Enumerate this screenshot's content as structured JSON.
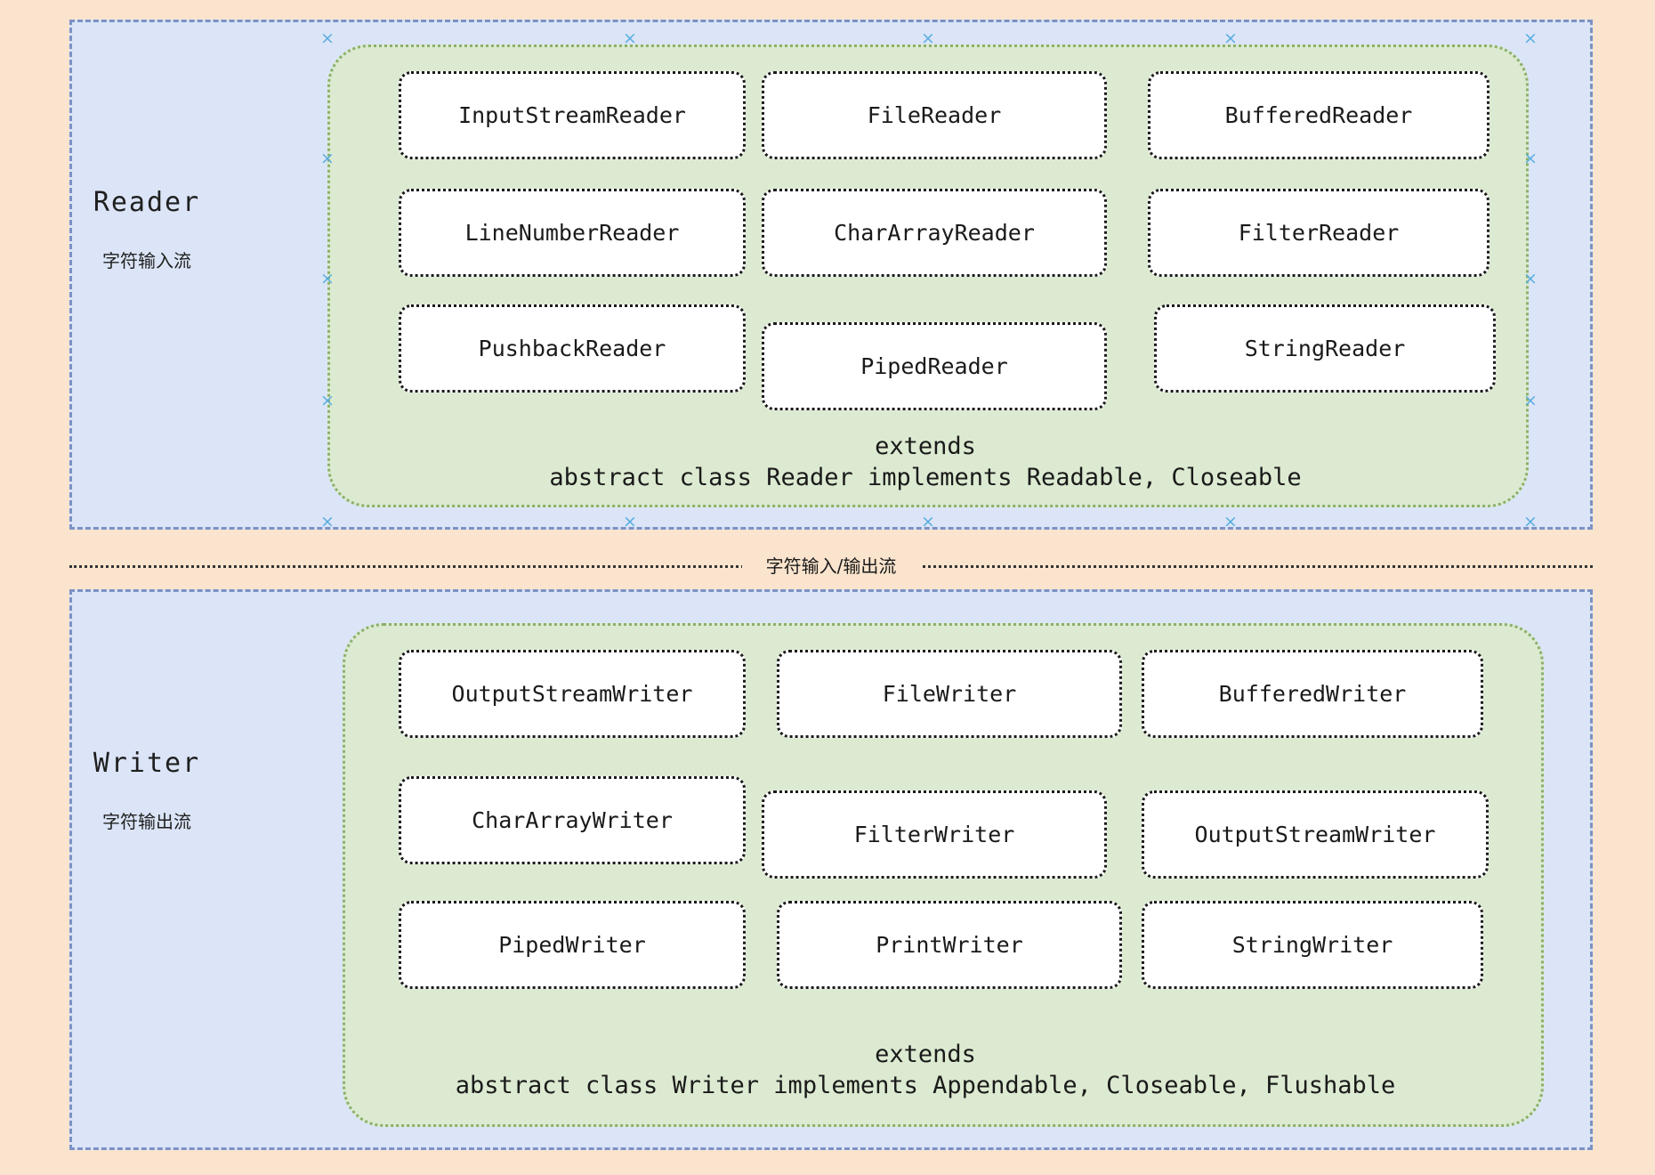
{
  "diagram": {
    "background_color": "#fae4cd",
    "section_color": "#dbe5f7",
    "group_color": "#dcead1",
    "box_color": "#ffffff",
    "handle_color": "#5aaee0"
  },
  "divider": {
    "label": "字符输入/输出流"
  },
  "sections": [
    {
      "id": "reader",
      "title": "Reader",
      "subtitle": "字符输入流",
      "extends_word": "extends",
      "extends_signature": "abstract class Reader implements Readable, Closeable",
      "rows": [
        [
          "InputStreamReader",
          "FileReader",
          "BufferedReader"
        ],
        [
          "LineNumberReader",
          "CharArrayReader",
          "FilterReader"
        ],
        [
          "PushbackReader",
          "PipedReader",
          "StringReader"
        ]
      ]
    },
    {
      "id": "writer",
      "title": "Writer",
      "subtitle": "字符输出流",
      "extends_word": "extends",
      "extends_signature": "abstract class Writer implements Appendable, Closeable, Flushable",
      "rows": [
        [
          "OutputStreamWriter",
          "FileWriter",
          "BufferedWriter"
        ],
        [
          "CharArrayWriter",
          "FilterWriter",
          "OutputStreamWriter"
        ],
        [
          "PipedWriter",
          "PrintWriter",
          "StringWriter"
        ]
      ]
    }
  ]
}
